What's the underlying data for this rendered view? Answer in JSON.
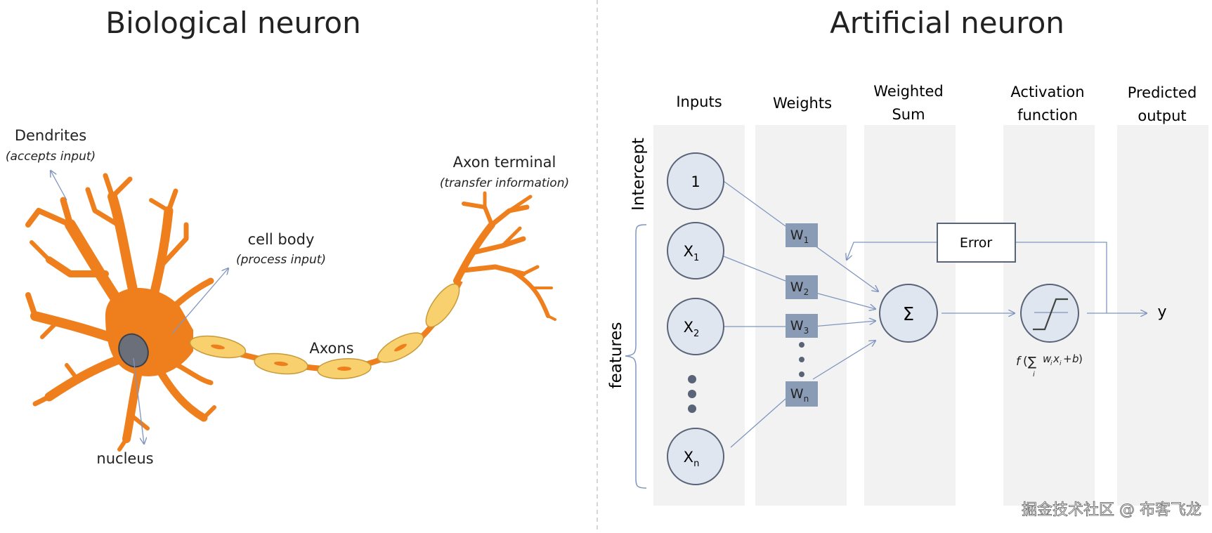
{
  "biological": {
    "title": "Biological neuron",
    "dendrites_label": "Dendrites",
    "dendrites_sub": "(accepts input)",
    "cell_body_label": "cell body",
    "cell_body_sub": "(process input)",
    "axon_terminal_label": "Axon terminal",
    "axon_terminal_sub": "(transfer information)",
    "axons_label": "Axons",
    "nucleus_label": "nucleus"
  },
  "artificial": {
    "title": "Artificial neuron",
    "columns": {
      "inputs": "Inputs",
      "weights": "Weights",
      "weighted_sum_1": "Weighted",
      "weighted_sum_2": "Sum",
      "activation_1": "Activation",
      "activation_2": "function",
      "predicted_1": "Predicted",
      "predicted_2": "output"
    },
    "side_labels": {
      "intercept": "Intercept",
      "features": "features"
    },
    "nodes": {
      "bias": "1",
      "x": "X",
      "x1_sub": "1",
      "x2_sub": "2",
      "xn_sub": "n",
      "w": "W",
      "w1_sub": "1",
      "w2_sub": "2",
      "w3_sub": "3",
      "wn_sub": "n",
      "sum_symbol": "Σ",
      "error": "Error",
      "output": "y",
      "formula_f": "f",
      "formula_sum": "∑",
      "formula_i": "i",
      "formula_w": "w",
      "formula_x": "x",
      "formula_b": "b",
      "formula_i2": "i",
      "formula_i3": "i"
    }
  },
  "watermark": "掘金技术社区 @ 布客飞龙",
  "colors": {
    "neuron_orange": "#ee7f1c",
    "axon_yellow": "#f8d06e",
    "nucleus_gray": "#6a6f7a",
    "node_fill": "#dfe6ef",
    "node_stroke": "#5a6478",
    "weight_fill": "#8a9bb5",
    "column_bg": "#f2f2f2",
    "arrow": "#7f96bf"
  }
}
